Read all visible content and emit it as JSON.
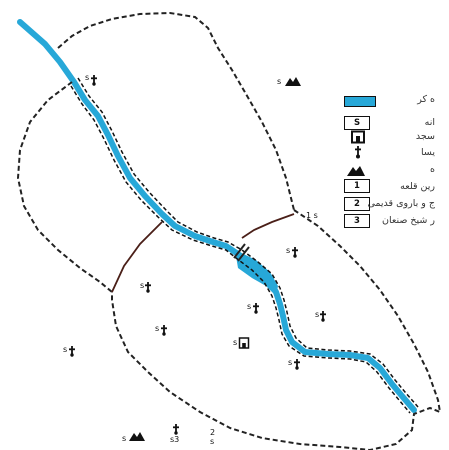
{
  "legend": {
    "items": [
      {
        "label": "ه کر",
        "symbol": "river-swatch",
        "color": "#27a8d8"
      },
      {
        "label": "انه",
        "symbol": "box",
        "box_text": "S"
      },
      {
        "label": "سجد",
        "symbol": "mosque-icon"
      },
      {
        "label": "یسا",
        "symbol": "church-icon"
      },
      {
        "label": "ه",
        "symbol": "mountain-icon"
      },
      {
        "label": "رین قلعه",
        "symbol": "box",
        "box_text": "1"
      },
      {
        "label": "ج و باروی قدیمی",
        "symbol": "box",
        "box_text": "2"
      },
      {
        "label": "ر شیخ صنعان",
        "symbol": "box",
        "box_text": "3"
      }
    ]
  },
  "map_labels": {
    "s": "s",
    "s3": "s3",
    "two": "2",
    "one_s": "1 s"
  },
  "colors": {
    "river": "#27a8d8",
    "dashed_boundary": "#222222",
    "solid_wall": "#4a1f18"
  }
}
